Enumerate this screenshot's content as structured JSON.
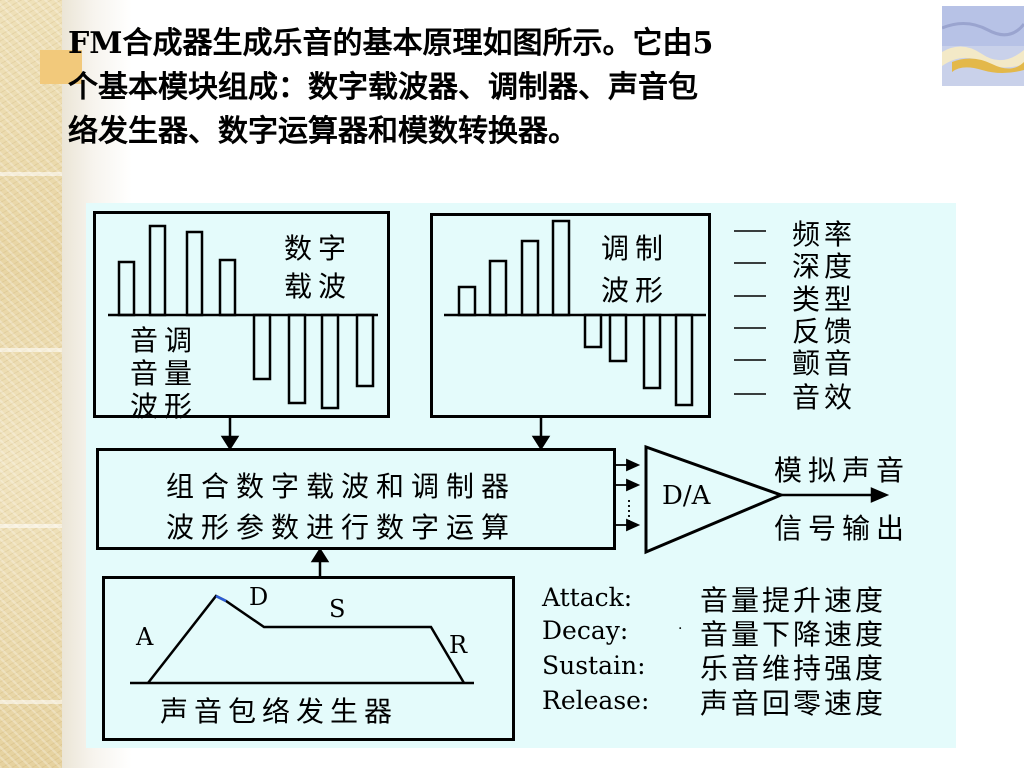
{
  "heading": {
    "line1": "FM合成器生成乐音的基本原理如图所示。它由5",
    "line2": "个基本模块组成：数字载波器、调制器、声音包",
    "line3": "络发生器、数字运算器和模数转换器。"
  },
  "carrier": {
    "title_line1": "数字",
    "title_line2": "载波",
    "params_line1": "音调",
    "params_line2": "音量",
    "params_line3": "波形"
  },
  "modulator": {
    "title_line1": "调制",
    "title_line2": "波形",
    "params": [
      "频率",
      "深度",
      "类型",
      "反馈",
      "颤音",
      "音效"
    ]
  },
  "operator": {
    "line1": "组合数字载波和调制器",
    "line2": "波形参数进行数字运算"
  },
  "dac": {
    "label": "D/A",
    "output_line1": "模拟声音",
    "output_line2": "信号输出"
  },
  "envelope": {
    "label": "声音包络发生器",
    "stage_a": "A",
    "stage_d": "D",
    "stage_s": "S",
    "stage_r": "R"
  },
  "adsr_legend": [
    {
      "term": "Attack:",
      "meaning": "音量提升速度"
    },
    {
      "term": "Decay:",
      "meaning": "音量下降速度"
    },
    {
      "term": "Sustain:",
      "meaning": "乐音维持强度"
    },
    {
      "term": "Release:",
      "meaning": "声音回零速度"
    }
  ],
  "colors": {
    "diagram_background": "#e4fbfb",
    "stripe": "#e8d5a4",
    "accent": "#f2c97b"
  }
}
